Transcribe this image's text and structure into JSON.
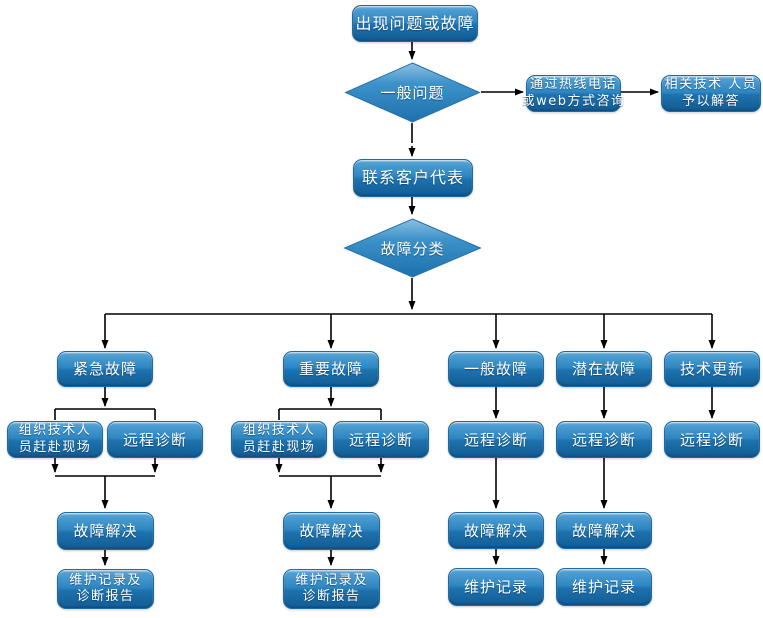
{
  "diagram": {
    "type": "flowchart",
    "direction": "top-down",
    "colors": {
      "node_fill_top": "#9cc8e5",
      "node_fill_mid": "#2e86c1",
      "node_fill_bottom": "#135c93",
      "node_border": "#1b6ba8",
      "node_text": "#ffffff",
      "connector": "#000000",
      "background": "#ffffff"
    },
    "nodes": {
      "start": {
        "type": "process",
        "label": "出现问题或故障"
      },
      "general_question": {
        "type": "decision",
        "label": "一般问题"
      },
      "hotline": {
        "type": "process",
        "line1": "通过热线电话",
        "line2": "或web方式咨询"
      },
      "expert_answer": {
        "type": "process",
        "line1": "相关技术 人员",
        "line2": "予以解答"
      },
      "contact_rep": {
        "type": "process",
        "label": "联系客户代表"
      },
      "fault_classify": {
        "type": "decision",
        "label": "故障分类"
      },
      "urgent_fault": {
        "type": "process",
        "label": "紧急故障"
      },
      "important_fault": {
        "type": "process",
        "label": "重要故障"
      },
      "general_fault": {
        "type": "process",
        "label": "一般故障"
      },
      "potential_fault": {
        "type": "process",
        "label": "潜在故障"
      },
      "tech_update": {
        "type": "process",
        "label": "技术更新"
      },
      "onsite_urgent": {
        "type": "process",
        "line1": "组织技术人",
        "line2": "员赶赴现场"
      },
      "remote_urgent": {
        "type": "process",
        "label": "远程诊断"
      },
      "onsite_important": {
        "type": "process",
        "line1": "组织技术人",
        "line2": "员赶赴现场"
      },
      "remote_important": {
        "type": "process",
        "label": "远程诊断"
      },
      "remote_general": {
        "type": "process",
        "label": "远程诊断"
      },
      "remote_potential": {
        "type": "process",
        "label": "远程诊断"
      },
      "remote_tech": {
        "type": "process",
        "label": "远程诊断"
      },
      "resolve_urgent": {
        "type": "process",
        "label": "故障解决"
      },
      "resolve_important": {
        "type": "process",
        "label": "故障解决"
      },
      "resolve_general": {
        "type": "process",
        "label": "故障解决"
      },
      "resolve_potential": {
        "type": "process",
        "label": "故障解决"
      },
      "record_urgent": {
        "type": "process",
        "line1": "维护记录及",
        "line2": "诊断报告"
      },
      "record_important": {
        "type": "process",
        "line1": "维护记录及",
        "line2": "诊断报告"
      },
      "record_general": {
        "type": "process",
        "label": "维护记录"
      },
      "record_potential": {
        "type": "process",
        "label": "维护记录"
      }
    },
    "edges": [
      {
        "from": "start",
        "to": "general_question",
        "style": "solid-arrow"
      },
      {
        "from": "general_question",
        "to": "hotline",
        "style": "solid-arrow"
      },
      {
        "from": "hotline",
        "to": "expert_answer",
        "style": "solid-arrow"
      },
      {
        "from": "general_question",
        "to": "contact_rep",
        "style": "part-dashed-arrow"
      },
      {
        "from": "contact_rep",
        "to": "fault_classify",
        "style": "solid-arrow"
      },
      {
        "from": "fault_classify",
        "to": "urgent_fault",
        "style": "solid-arrow"
      },
      {
        "from": "fault_classify",
        "to": "important_fault",
        "style": "solid-arrow"
      },
      {
        "from": "fault_classify",
        "to": "general_fault",
        "style": "solid-arrow"
      },
      {
        "from": "fault_classify",
        "to": "potential_fault",
        "style": "solid-arrow"
      },
      {
        "from": "fault_classify",
        "to": "tech_update",
        "style": "solid-arrow"
      },
      {
        "from": "urgent_fault",
        "to": "onsite_urgent",
        "style": "solid-arrow"
      },
      {
        "from": "urgent_fault",
        "to": "remote_urgent",
        "style": "solid-arrow"
      },
      {
        "from": "important_fault",
        "to": "onsite_important",
        "style": "solid-arrow"
      },
      {
        "from": "important_fault",
        "to": "remote_important",
        "style": "solid-arrow"
      },
      {
        "from": "general_fault",
        "to": "remote_general",
        "style": "solid-arrow"
      },
      {
        "from": "potential_fault",
        "to": "remote_potential",
        "style": "solid-arrow"
      },
      {
        "from": "tech_update",
        "to": "remote_tech",
        "style": "solid-arrow"
      },
      {
        "from": "onsite_urgent",
        "to": "resolve_urgent",
        "style": "solid-arrow"
      },
      {
        "from": "remote_urgent",
        "to": "resolve_urgent",
        "style": "solid-arrow"
      },
      {
        "from": "onsite_important",
        "to": "resolve_important",
        "style": "solid-arrow"
      },
      {
        "from": "remote_important",
        "to": "resolve_important",
        "style": "solid-arrow"
      },
      {
        "from": "remote_general",
        "to": "resolve_general",
        "style": "solid-arrow"
      },
      {
        "from": "remote_potential",
        "to": "resolve_potential",
        "style": "solid-arrow"
      },
      {
        "from": "resolve_urgent",
        "to": "record_urgent",
        "style": "solid-arrow"
      },
      {
        "from": "resolve_important",
        "to": "record_important",
        "style": "solid-arrow"
      },
      {
        "from": "resolve_general",
        "to": "record_general",
        "style": "solid-arrow"
      },
      {
        "from": "resolve_potential",
        "to": "record_potential",
        "style": "solid-arrow"
      }
    ]
  }
}
